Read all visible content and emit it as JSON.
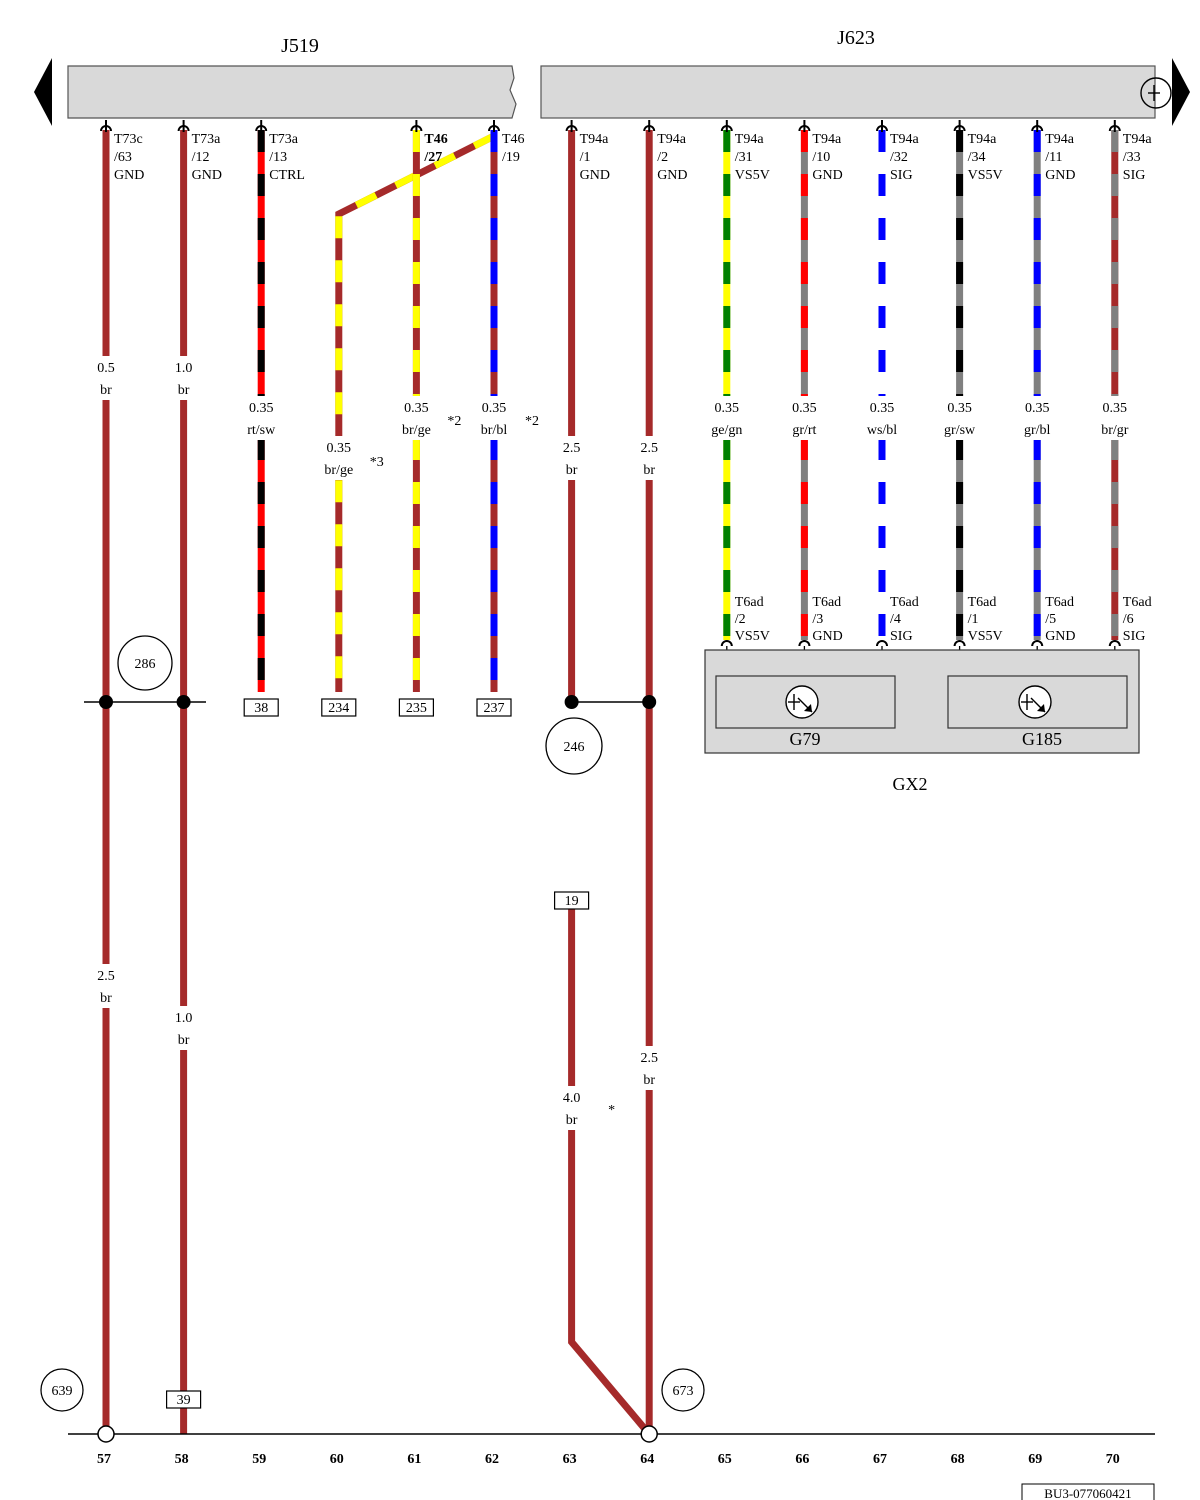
{
  "diagram": {
    "colors": {
      "br": "#a52a2a",
      "rt": "#ff0000",
      "sw": "#000000",
      "ge": "#ffff00",
      "bl": "#0000ff",
      "gn": "#008000",
      "gr": "#808080",
      "ws": "#ffffff",
      "panel": "#d9d9d9",
      "line": "#000000"
    },
    "control_units": [
      {
        "id": "J519",
        "title": "J519"
      },
      {
        "id": "J623",
        "title": "J623"
      }
    ],
    "nav": {
      "left": "arrow-left-icon",
      "right": "arrow-right-icon"
    },
    "wires": [
      {
        "col": "57",
        "pin": [
          "T73c",
          "/63",
          "GND"
        ],
        "gauge": "0.5",
        "color_code": "br",
        "stripe": [
          "br"
        ],
        "gauge2": "2.5",
        "color_code2": "br"
      },
      {
        "col": "58",
        "pin": [
          "T73a",
          "/12",
          "GND"
        ],
        "gauge": "1.0",
        "color_code": "br",
        "stripe": [
          "br"
        ],
        "gauge2": "1.0",
        "color_code2": "br"
      },
      {
        "col": "59",
        "pin": [
          "T73a",
          "/13",
          "CTRL"
        ],
        "gauge": "0.35",
        "color_code": "rt/sw",
        "stripe": [
          "rt",
          "sw"
        ],
        "bottom_ref": "38"
      },
      {
        "col": "60",
        "gauge": "0.35",
        "color_code": "br/ge",
        "stripe": [
          "br",
          "ge"
        ],
        "note": "*3",
        "bottom_ref": "234"
      },
      {
        "col": "61",
        "pin": [
          "T46",
          "/27"
        ],
        "gauge": "0.35",
        "color_code": "br/ge",
        "stripe": [
          "br",
          "ge"
        ],
        "note": "*2",
        "bottom_ref": "235"
      },
      {
        "col": "62",
        "pin": [
          "T46",
          "/19"
        ],
        "gauge": "0.35",
        "color_code": "br/bl",
        "stripe": [
          "br",
          "bl"
        ],
        "note": "*2",
        "bottom_ref": "237"
      },
      {
        "col": "63",
        "pin": [
          "T94a",
          "/1",
          "GND"
        ],
        "gauge": "2.5",
        "color_code": "br",
        "stripe": [
          "br"
        ]
      },
      {
        "col": "64",
        "pin": [
          "T94a",
          "/2",
          "GND"
        ],
        "gauge": "2.5",
        "color_code": "br",
        "stripe": [
          "br"
        ],
        "gauge2": "2.5",
        "color_code2": "br"
      },
      {
        "col": "65",
        "pin": [
          "T94a",
          "/31",
          "VS5V"
        ],
        "gauge": "0.35",
        "color_code": "ge/gn",
        "stripe": [
          "ge",
          "gn"
        ],
        "sensor_pin": [
          "T6ad",
          "/2",
          "VS5V"
        ]
      },
      {
        "col": "66",
        "pin": [
          "T94a",
          "/10",
          "GND"
        ],
        "gauge": "0.35",
        "color_code": "gr/rt",
        "stripe": [
          "gr",
          "rt"
        ],
        "sensor_pin": [
          "T6ad",
          "/3",
          "GND"
        ]
      },
      {
        "col": "67",
        "pin": [
          "T94a",
          "/32",
          "SIG"
        ],
        "gauge": "0.35",
        "color_code": "ws/bl",
        "stripe": [
          "ws",
          "bl"
        ],
        "sensor_pin": [
          "T6ad",
          "/4",
          "SIG"
        ]
      },
      {
        "col": "68",
        "pin": [
          "T94a",
          "/34",
          "VS5V"
        ],
        "gauge": "0.35",
        "color_code": "gr/sw",
        "stripe": [
          "gr",
          "sw"
        ],
        "sensor_pin": [
          "T6ad",
          "/1",
          "VS5V"
        ]
      },
      {
        "col": "69",
        "pin": [
          "T94a",
          "/11",
          "GND"
        ],
        "gauge": "0.35",
        "color_code": "gr/bl",
        "stripe": [
          "gr",
          "bl"
        ],
        "sensor_pin": [
          "T6ad",
          "/5",
          "GND"
        ]
      },
      {
        "col": "70",
        "pin": [
          "T94a",
          "/33",
          "SIG"
        ],
        "gauge": "0.35",
        "color_code": "br/gr",
        "stripe": [
          "br",
          "gr"
        ],
        "sensor_pin": [
          "T6ad",
          "/6",
          "SIG"
        ]
      }
    ],
    "lower_wire_63": {
      "top_ref": "19",
      "gauge": "4.0",
      "color_code": "br",
      "note": "*"
    },
    "junctions": {
      "j286": "286",
      "j246": "246",
      "j639": "639",
      "j673": "673"
    },
    "bottom_refs": {
      "col58": "39"
    },
    "sensor_module": {
      "name": "GX2",
      "sensors": [
        {
          "name": "G79",
          "icon": "sensor-potentiometer-icon"
        },
        {
          "name": "G185",
          "icon": "sensor-potentiometer-icon"
        }
      ]
    },
    "page_ref": "BU3-077060421"
  }
}
